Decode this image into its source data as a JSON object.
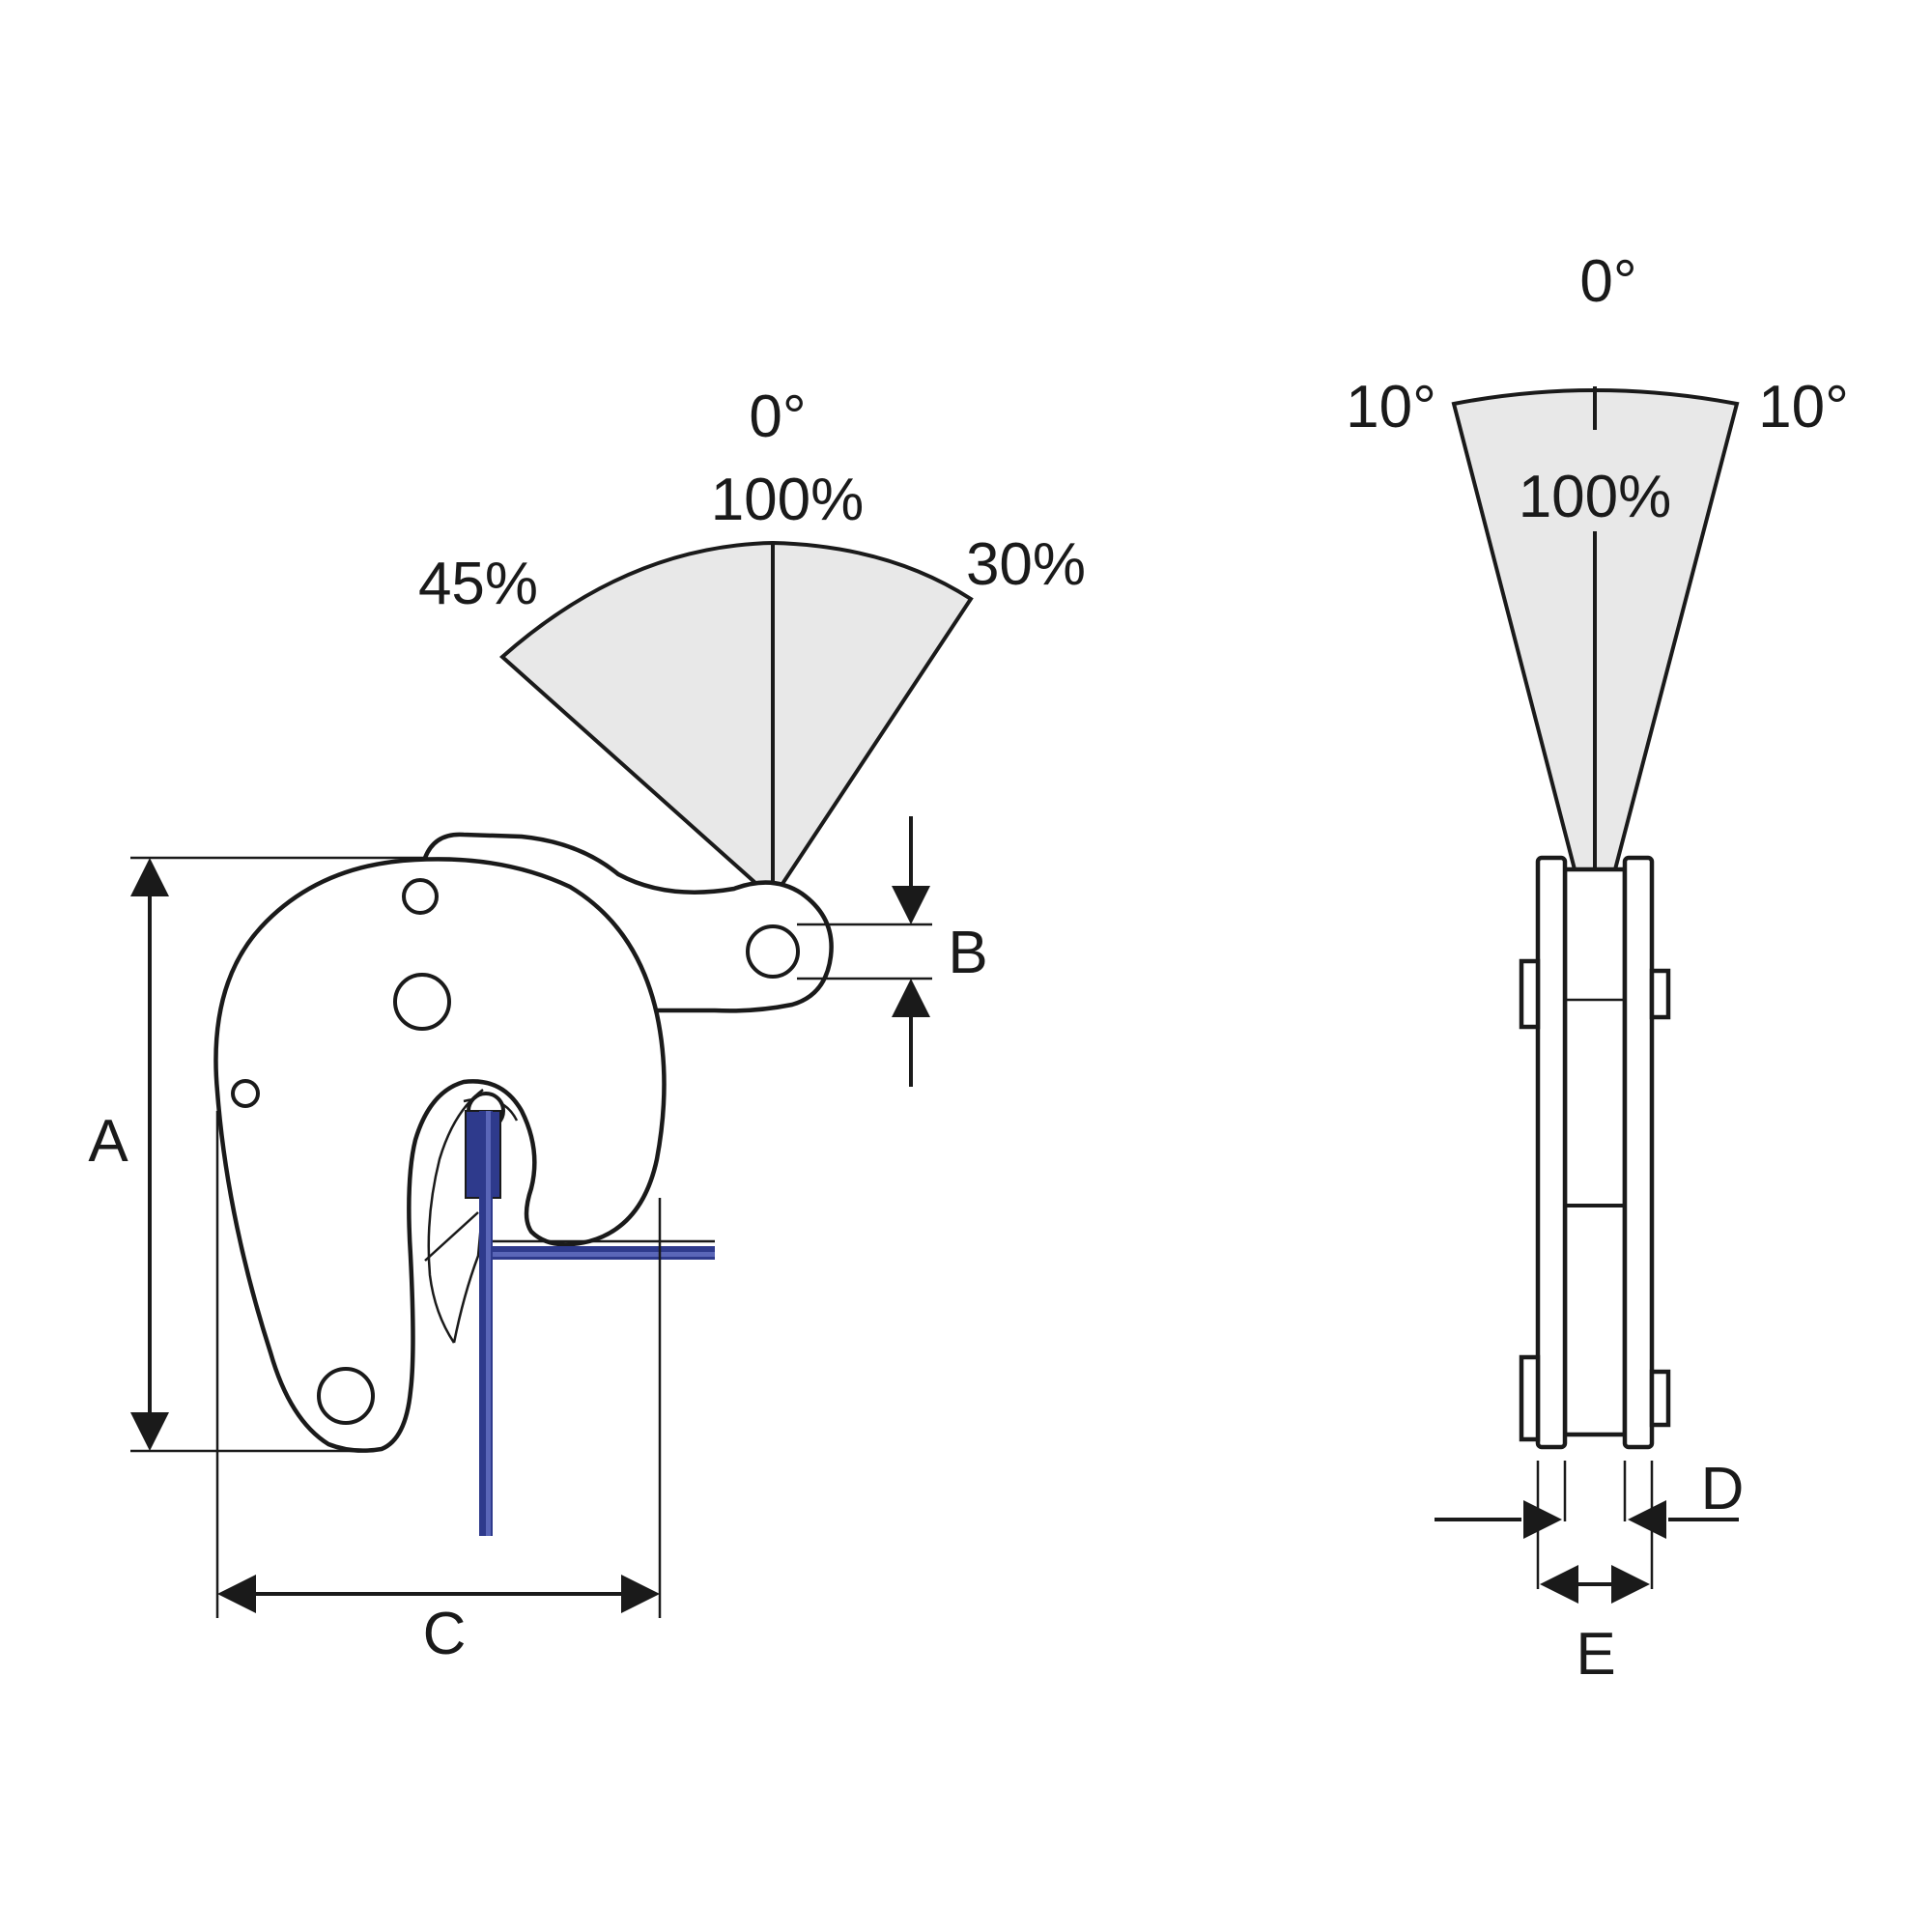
{
  "side_view": {
    "angle_top": "0°",
    "load_top": "100%",
    "load_left": "45%",
    "load_right": "30%",
    "dim_a": "A",
    "dim_b": "B",
    "dim_c": "C"
  },
  "front_view": {
    "angle_top": "0°",
    "angle_left": "10°",
    "angle_right": "10°",
    "load_center": "100%",
    "dim_d": "D",
    "dim_e": "E"
  },
  "colors": {
    "plate": "#2e3a8c",
    "plate_highlight": "#5a66b8",
    "fan_fill": "#e8e8e8",
    "line": "#1a1a1a"
  }
}
